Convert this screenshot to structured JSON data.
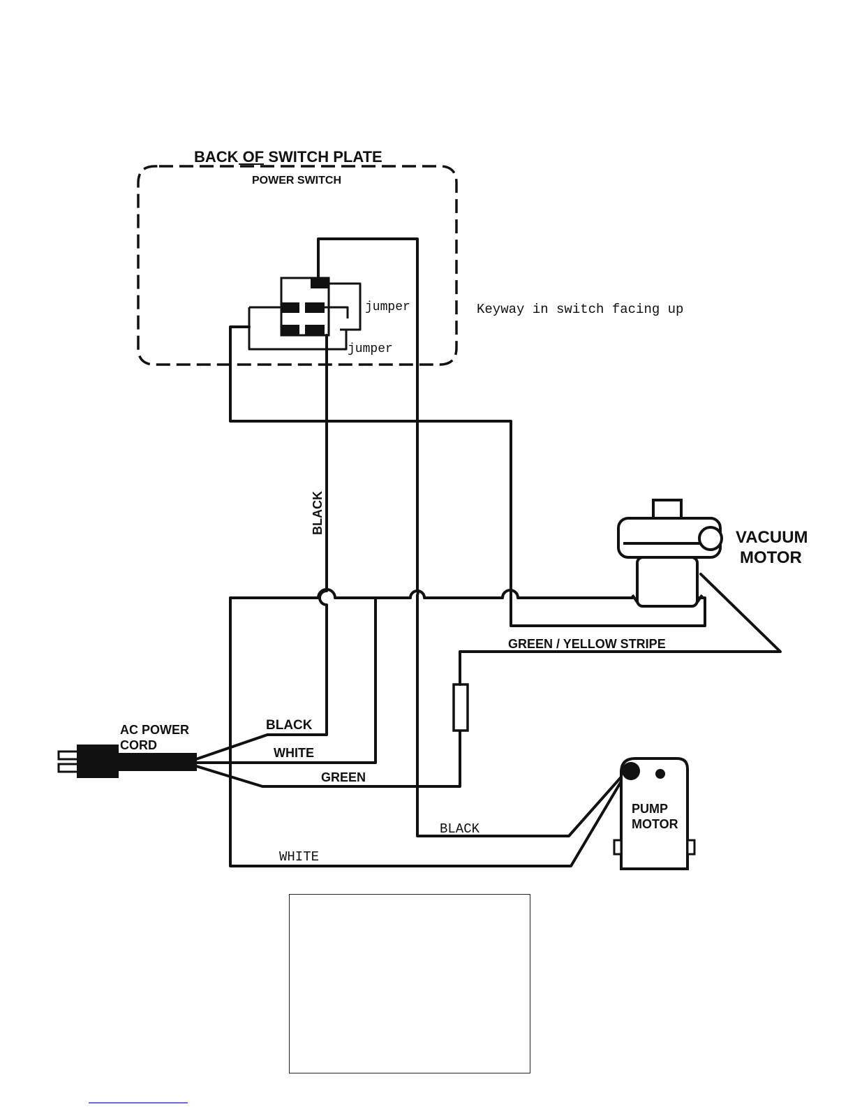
{
  "labels": {
    "switch_plate_title": "BACK OF SWITCH PLATE",
    "power_switch": "POWER SWITCH",
    "jumper_upper": "jumper",
    "jumper_lower": "jumper",
    "keyway_note": "Keyway in switch facing up",
    "black_vertical": "BLACK",
    "vacuum_motor_line1": "VACUUM",
    "vacuum_motor_line2": "MOTOR",
    "green_yellow_stripe": "GREEN / YELLOW STRIPE",
    "ac_power_line1": "AC POWER",
    "ac_power_line2": "CORD",
    "cord_black": "BLACK",
    "cord_white": "WHITE",
    "cord_green": "GREEN",
    "pump_motor_line1": "PUMP",
    "pump_motor_line2": "MOTOR",
    "pump_black": "BLACK",
    "pump_white": "WHITE"
  },
  "colors": {
    "ink": "#111111",
    "paper": "#ffffff",
    "rule": "#6a6ad8"
  }
}
